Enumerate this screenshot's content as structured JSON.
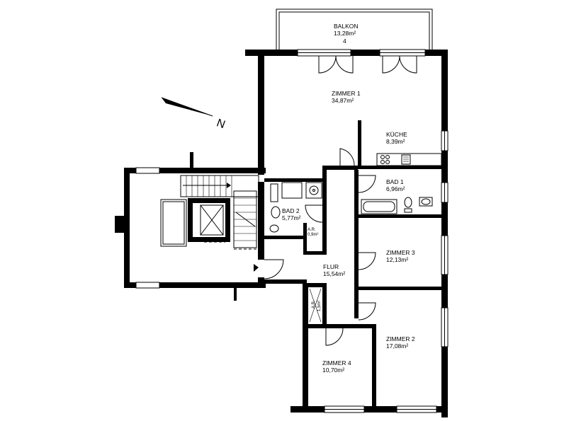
{
  "rooms": [
    {
      "id": "balkon",
      "name": "BALKON",
      "area": "13,28m²",
      "extra": "4"
    },
    {
      "id": "zimmer1",
      "name": "ZIMMER 1",
      "area": "34,87m²"
    },
    {
      "id": "kueche",
      "name": "KÜCHE",
      "area": "8,39m²"
    },
    {
      "id": "bad1",
      "name": "BAD 1",
      "area": "6,96m²"
    },
    {
      "id": "bad2",
      "name": "BAD 2",
      "area": "5,77m²"
    },
    {
      "id": "ar1",
      "name": "A.R.",
      "area": "0,9m²"
    },
    {
      "id": "zimmer3",
      "name": "ZIMMER 3",
      "area": "12,13m²"
    },
    {
      "id": "flur",
      "name": "FLUR",
      "area": "15,54m²"
    },
    {
      "id": "ar2",
      "name": "A.R.",
      "area": "1,5m²"
    },
    {
      "id": "zimmer2",
      "name": "ZIMMER 2",
      "area": "17,08m²"
    },
    {
      "id": "zimmer4",
      "name": "ZIMMER 4",
      "area": "10,70m²"
    }
  ],
  "compass": {
    "label": "N"
  }
}
